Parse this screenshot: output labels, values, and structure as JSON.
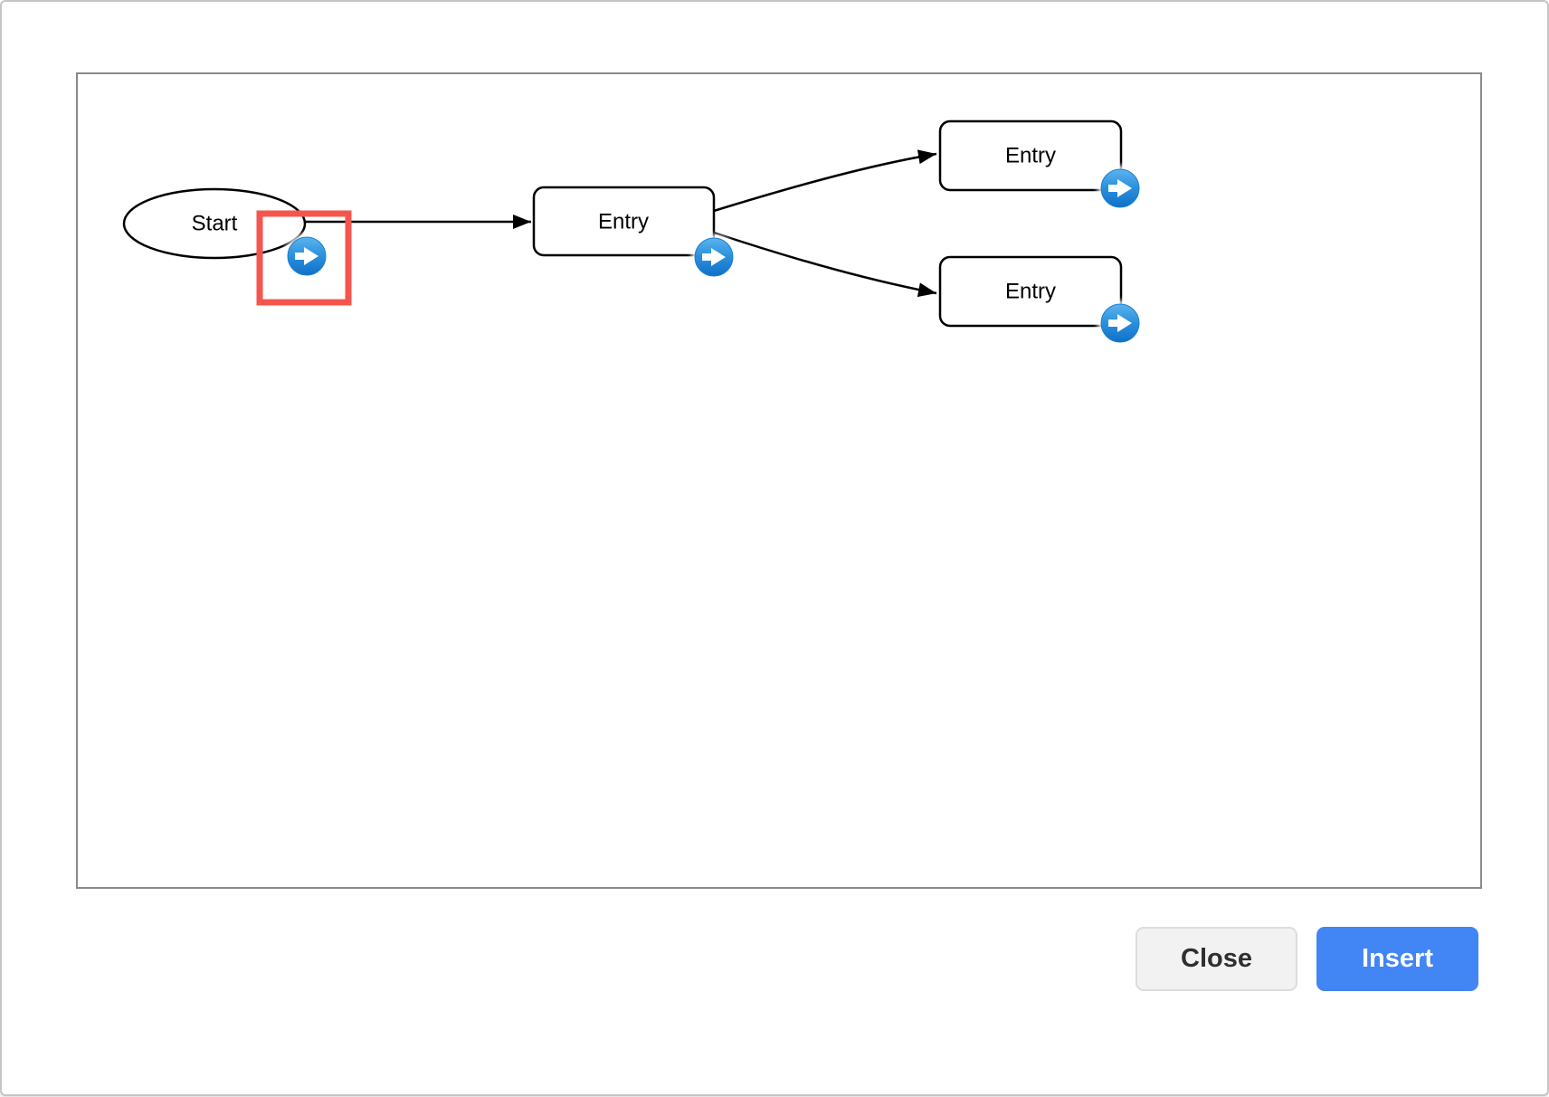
{
  "dialog": {
    "buttons": {
      "close": "Close",
      "insert": "Insert"
    }
  },
  "diagram": {
    "nodes": [
      {
        "id": "start",
        "shape": "ellipse",
        "label": "Start"
      },
      {
        "id": "entry-main",
        "shape": "rounded-rect",
        "label": "Entry"
      },
      {
        "id": "entry-top",
        "shape": "rounded-rect",
        "label": "Entry"
      },
      {
        "id": "entry-bottom",
        "shape": "rounded-rect",
        "label": "Entry"
      }
    ],
    "edges": [
      {
        "from": "start",
        "to": "entry-main"
      },
      {
        "from": "entry-main",
        "to": "entry-top"
      },
      {
        "from": "entry-main",
        "to": "entry-bottom"
      }
    ],
    "annotations": [
      {
        "type": "highlight-box",
        "target": "start-nav-arrow-button",
        "color": "#f4564e"
      }
    ],
    "colors": {
      "node_stroke": "#000000",
      "nav_arrow_blue_top": "#5cb3ee",
      "nav_arrow_blue_bottom": "#1070c8",
      "highlight_red": "#f4564e",
      "insert_button_blue": "#4285f4"
    }
  }
}
